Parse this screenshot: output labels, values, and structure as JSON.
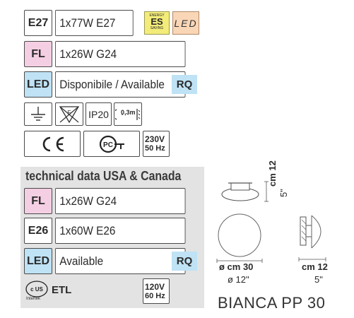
{
  "top": {
    "row1": {
      "code": "E27",
      "value": "1x77W E27",
      "es_top": "ENERGY",
      "es_mid": "ES",
      "es_bot": "SAVING",
      "led": "LED"
    },
    "row2": {
      "code": "FL",
      "value": "1x26W G24"
    },
    "row3": {
      "code": "LED",
      "value": "Disponibile / Available",
      "rq": "RQ"
    },
    "symbols": {
      "ip": "IP20",
      "dist": "0,3m"
    },
    "voltage": {
      "v": "230V",
      "hz": "50 Hz"
    }
  },
  "usa": {
    "title": "technical data USA & Canada",
    "row1": {
      "code": "FL",
      "value": "1x26W G24"
    },
    "row2": {
      "code": "E26",
      "value": "1x60W E26"
    },
    "row3": {
      "code": "LED",
      "value": "Available",
      "rq": "RQ"
    },
    "cert": {
      "etl": "ETL",
      "intertek": "Intertek"
    },
    "voltage": {
      "v": "120V",
      "hz": "60 Hz"
    }
  },
  "drawing": {
    "height_cm": "cm 12",
    "height_in": "5\"",
    "diam_cm": "ø cm 30",
    "diam_in": "ø 12\"",
    "depth_cm": "cm 12",
    "depth_in": "5\"",
    "model": "BIANCA PP 30"
  },
  "colors": {
    "pink": "#f4cfe3",
    "blue": "#bfe2f5",
    "panel": "#e3e3e3"
  }
}
